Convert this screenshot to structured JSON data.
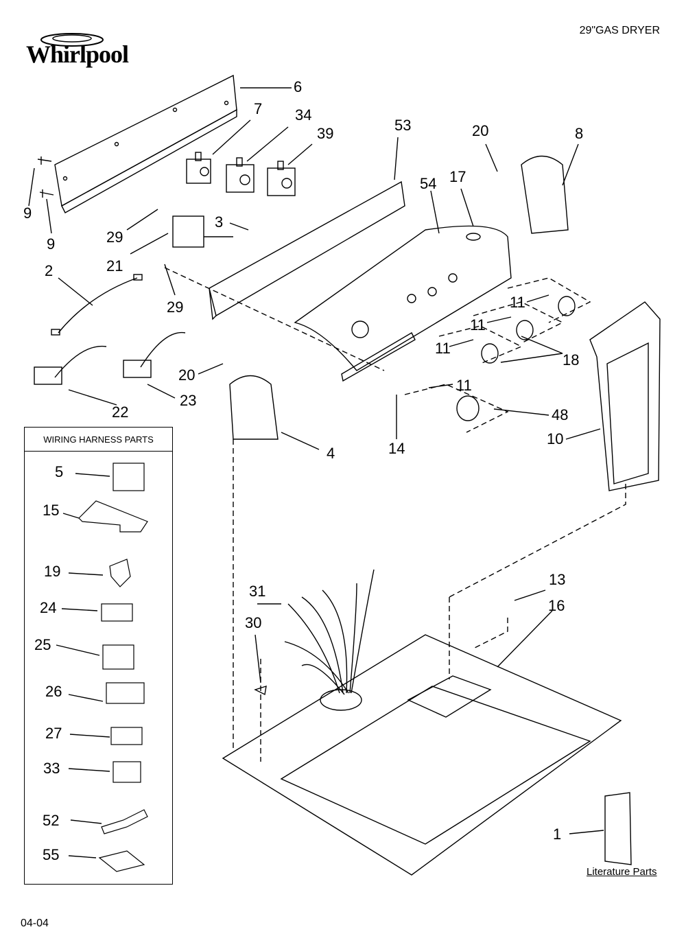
{
  "header": {
    "brand": "Whirlpool",
    "model_title": "29\"GAS DRYER"
  },
  "harness_box": {
    "title": "WIRING HARNESS PARTS",
    "items": [
      "5",
      "15",
      "19",
      "24",
      "25",
      "26",
      "27",
      "33",
      "52",
      "55"
    ]
  },
  "callouts": {
    "c6": "6",
    "c7": "7",
    "c34": "34",
    "c39": "39",
    "c53": "53",
    "c20a": "20",
    "c8": "8",
    "c9a": "9",
    "c9b": "9",
    "c29a": "29",
    "c3": "3",
    "c54": "54",
    "c17": "17",
    "c21": "21",
    "c2": "2",
    "c29b": "29",
    "c11a": "11",
    "c11b": "11",
    "c11c": "11",
    "c11d": "11",
    "c18": "18",
    "c20b": "20",
    "c22": "22",
    "c23": "23",
    "c4": "4",
    "c14": "14",
    "c48": "48",
    "c10": "10",
    "c13": "13",
    "c16": "16",
    "c31": "31",
    "c30": "30",
    "c1": "1"
  },
  "footer": {
    "literature_label": "Literature Parts",
    "code": "04-04"
  }
}
